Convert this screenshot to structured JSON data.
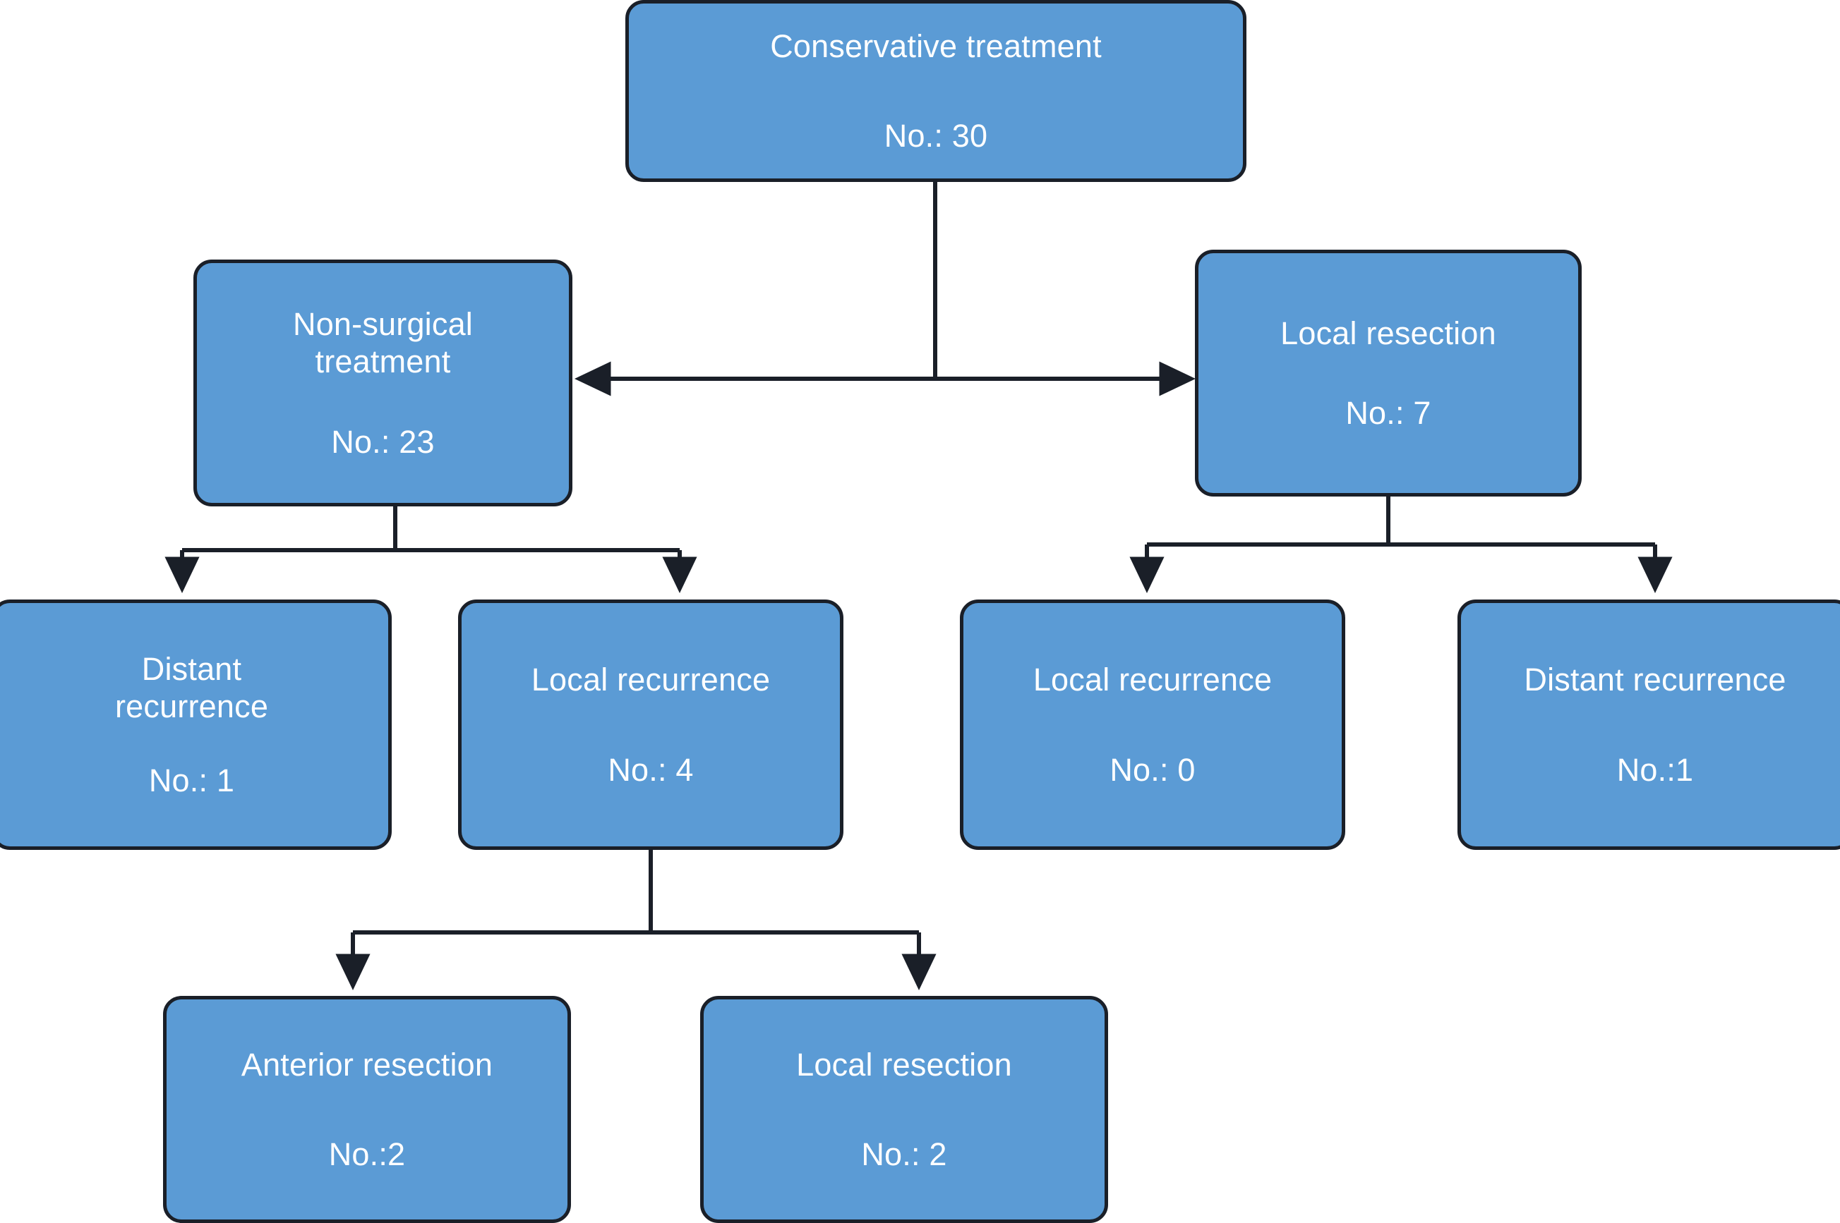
{
  "diagram": {
    "type": "flowchart",
    "background_color": "#ffffff",
    "node_fill_color": "#5b9bd5",
    "node_border_color": "#1a1f28",
    "node_text_color": "#ffffff",
    "connector_color": "#1a1f28",
    "levels": 4,
    "nodes": [
      {
        "id": "conservative-treatment",
        "level": 1,
        "title": "Conservative treatment",
        "count_label": "No.: 30",
        "count": 30
      },
      {
        "id": "non-surgical-treatment",
        "level": 2,
        "title": "Non-surgical\ntreatment",
        "count_label": "No.: 23",
        "count": 23
      },
      {
        "id": "local-resection-7",
        "level": 2,
        "title": "Local resection",
        "count_label": "No.: 7",
        "count": 7
      },
      {
        "id": "distant-recurrence-1",
        "level": 3,
        "title": "Distant\nrecurrence",
        "count_label": "No.: 1",
        "count": 1
      },
      {
        "id": "local-recurrence-4",
        "level": 3,
        "title": "Local recurrence",
        "count_label": "No.: 4",
        "count": 4
      },
      {
        "id": "local-recurrence-0",
        "level": 3,
        "title": "Local recurrence",
        "count_label": "No.: 0",
        "count": 0
      },
      {
        "id": "distant-recurrence-1b",
        "level": 3,
        "title": "Distant recurrence",
        "count_label": "No.:1",
        "count": 1
      },
      {
        "id": "anterior-resection-2",
        "level": 4,
        "title": "Anterior resection",
        "count_label": "No.:2",
        "count": 2
      },
      {
        "id": "local-resection-2",
        "level": 4,
        "title": "Local resection",
        "count_label": "No.: 2",
        "count": 2
      }
    ],
    "edges": [
      {
        "from": "conservative-treatment",
        "to": "non-surgical-treatment",
        "arrow": "end"
      },
      {
        "from": "conservative-treatment",
        "to": "local-resection-7",
        "arrow": "end"
      },
      {
        "from": "non-surgical-treatment",
        "to": "distant-recurrence-1",
        "arrow": "end"
      },
      {
        "from": "non-surgical-treatment",
        "to": "local-recurrence-4",
        "arrow": "end"
      },
      {
        "from": "local-resection-7",
        "to": "local-recurrence-0",
        "arrow": "end"
      },
      {
        "from": "local-resection-7",
        "to": "distant-recurrence-1b",
        "arrow": "end"
      },
      {
        "from": "local-recurrence-4",
        "to": "anterior-resection-2",
        "arrow": "end"
      },
      {
        "from": "local-recurrence-4",
        "to": "local-resection-2",
        "arrow": "end"
      }
    ]
  }
}
